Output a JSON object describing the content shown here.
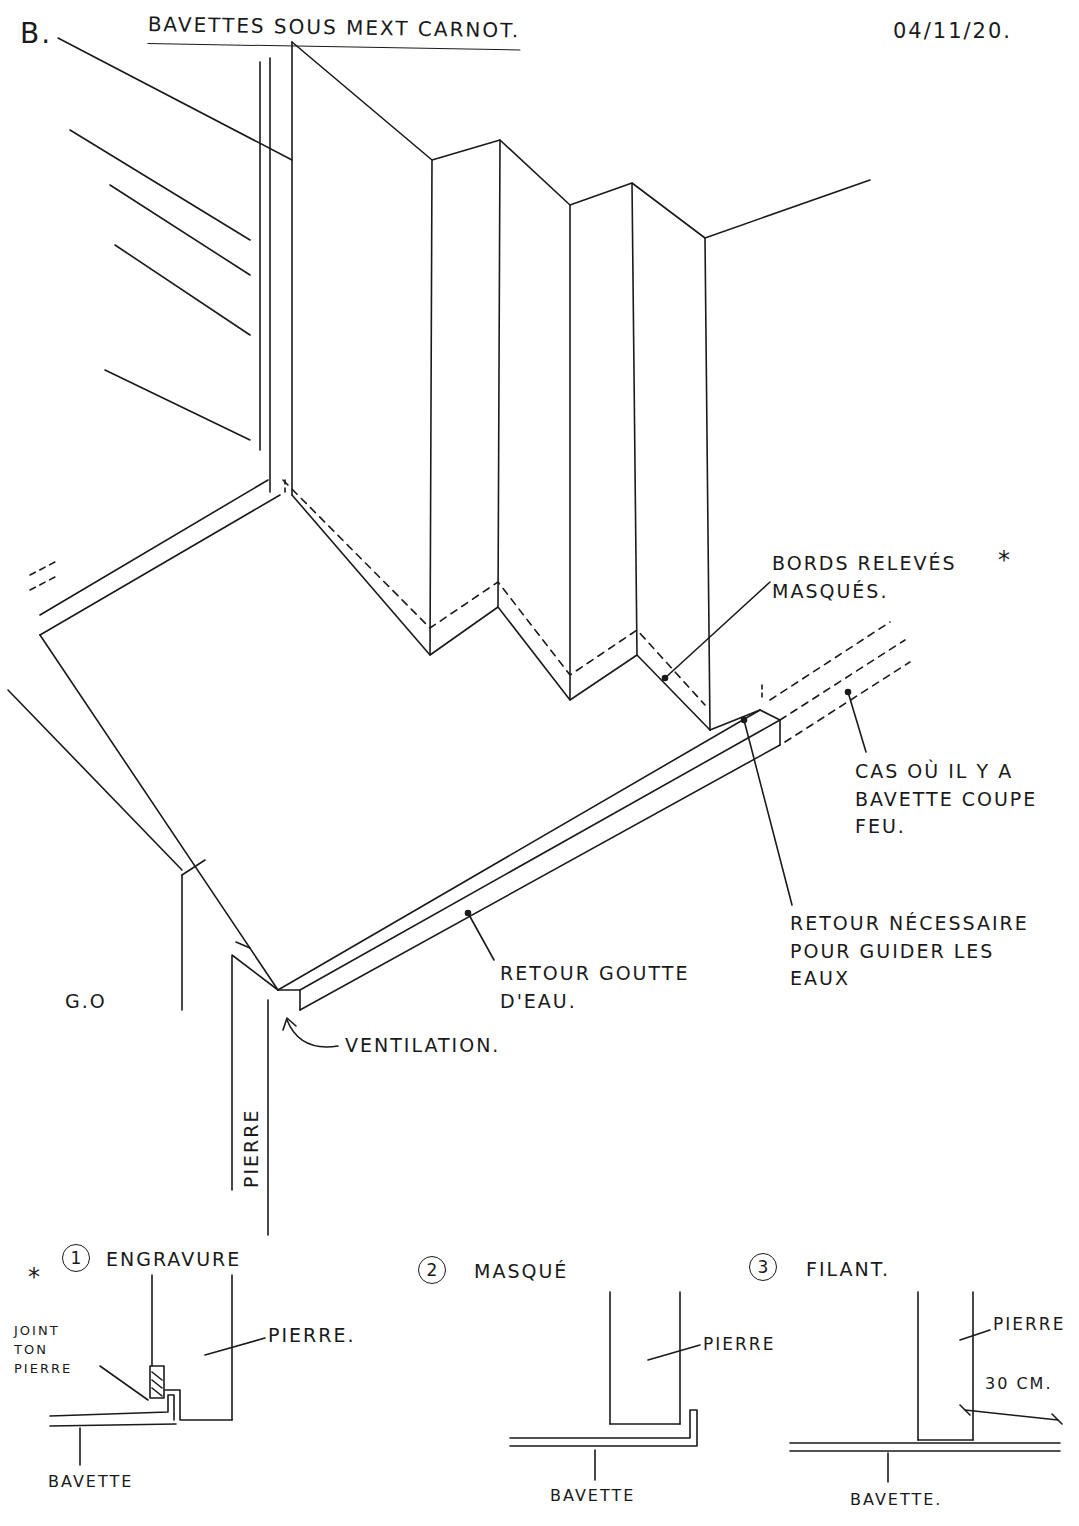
{
  "diagram": {
    "title": "BAVETTES SOUS MEXT CARNOT.",
    "labels": [
      "B.",
      "04/11/20.",
      "BORDS RELEVÉS MASQUÉS.",
      "*",
      "CAS OÙ IL Y A BAVETTE COUPE FEU.",
      "RETOUR NÉCESSAIRE POUR GUIDER LES EAUX",
      "RETOUR GOUTTE D'EAU.",
      "VENTILATION.",
      "G.O",
      "PIERRE",
      "*",
      "1",
      "ENGRAVURE",
      "JOINT TON PIERRE",
      "PIERRE.",
      "BAVETTE",
      "2",
      "MASQUÉ",
      "PIERRE",
      "BAVETTE",
      "3",
      "FILANT.",
      "PIERRE",
      "30 CM.",
      "BAVETTE."
    ]
  }
}
